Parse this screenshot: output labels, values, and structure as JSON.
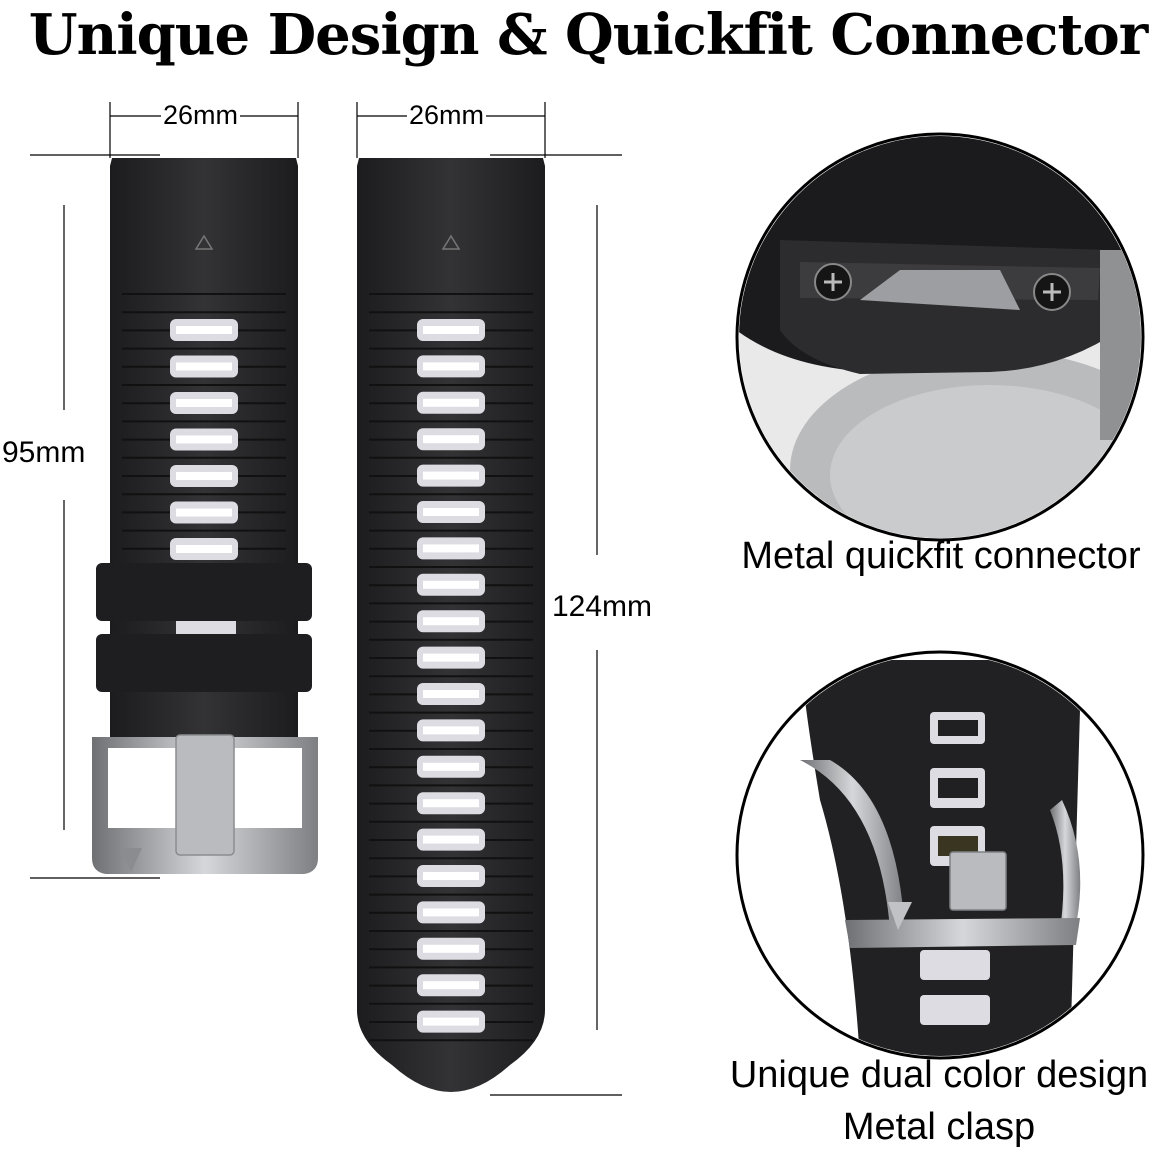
{
  "header": {
    "title": "Unique Design & Quickfit Connector"
  },
  "dimensions": {
    "short_strap_width": "26mm",
    "long_strap_width": "26mm",
    "short_strap_length": "95mm",
    "long_strap_length": "124mm"
  },
  "callouts": {
    "connector_caption": "Metal quickfit connector",
    "clasp_caption_line1": "Unique dual color design",
    "clasp_caption_line2": "Metal clasp"
  },
  "colors": {
    "strap": "#2a2a2c",
    "hole_accent": "#dcdce2",
    "metal": "#a9abae"
  }
}
